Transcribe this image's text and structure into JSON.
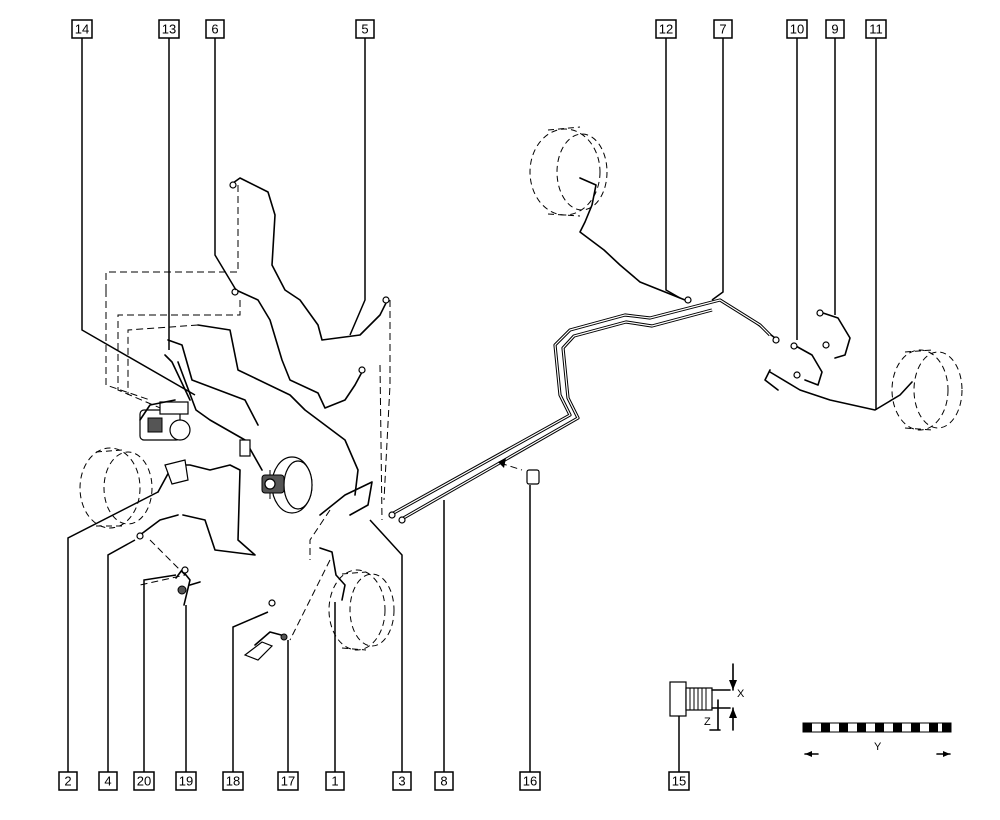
{
  "callouts": {
    "c1": "1",
    "c2": "2",
    "c3": "3",
    "c4": "4",
    "c5": "5",
    "c6": "6",
    "c7": "7",
    "c8": "8",
    "c9": "9",
    "c10": "10",
    "c11": "11",
    "c12": "12",
    "c13": "13",
    "c14": "14",
    "c15": "15",
    "c16": "16",
    "c17": "17",
    "c18": "18",
    "c19": "19",
    "c20": "20"
  },
  "detail": {
    "x_label": "X",
    "z_label": "Z"
  },
  "scale": {
    "y_label": "Y"
  }
}
